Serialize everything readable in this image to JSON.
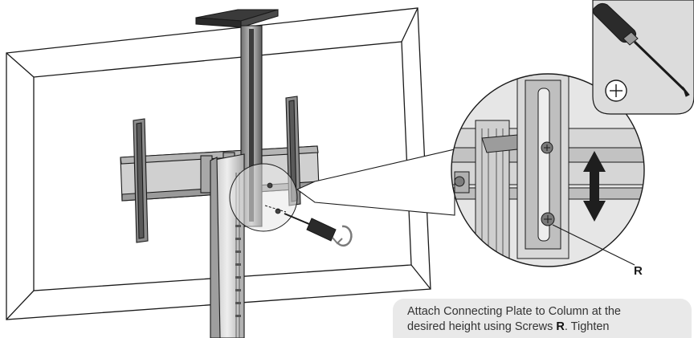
{
  "labels": {
    "screw_callout": "R"
  },
  "instruction": {
    "line1": "Attach Connecting Plate to Column at the",
    "line2_prefix": "desired height using Screws ",
    "line2_bold": "R",
    "line2_suffix": ". Tighten"
  },
  "icons": {
    "tool": "phillips-screwdriver-icon",
    "tool_symbol": "phillips-head-symbol-icon",
    "rotation": "rotate-arrow-icon",
    "adjust": "vertical-adjust-arrow-icon"
  },
  "colors": {
    "line": "#1a1a1a",
    "magnifier_fill": "#e6e6e6",
    "tool_box": "#dcdcdc",
    "text_panel": "#e9e9e9",
    "column": "#d8d8d8",
    "metal_dark": "#8a8a8a"
  }
}
